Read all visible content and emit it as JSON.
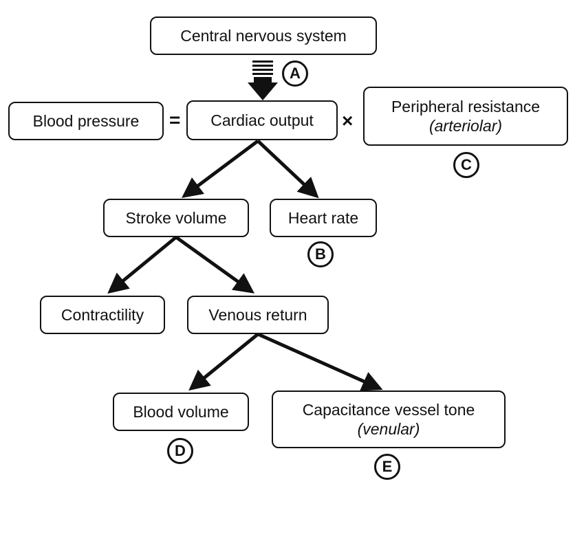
{
  "nodes": {
    "cns": "Central nervous system",
    "blood_pressure": "Blood pressure",
    "cardiac_output": "Cardiac output",
    "peripheral_resistance": "Peripheral resistance",
    "peripheral_resistance_sub": "(arteriolar)",
    "stroke_volume": "Stroke volume",
    "heart_rate": "Heart rate",
    "contractility": "Contractility",
    "venous_return": "Venous return",
    "blood_volume": "Blood volume",
    "capacitance_tone": "Capacitance vessel tone",
    "capacitance_tone_sub": "(venular)"
  },
  "operators": {
    "equals": "=",
    "times": "×"
  },
  "markers": {
    "a": "A",
    "b": "B",
    "c": "C",
    "d": "D",
    "e": "E"
  }
}
